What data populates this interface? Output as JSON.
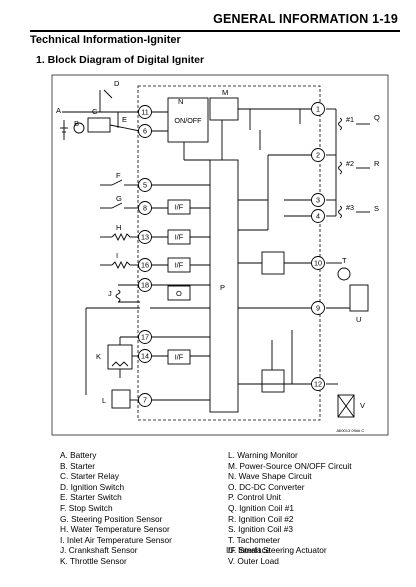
{
  "header": {
    "title": "GENERAL INFORMATION 1-19"
  },
  "section": {
    "title": "Technical Information-Igniter"
  },
  "subsection": {
    "title": "1.  Block Diagram of Digital Igniter"
  },
  "diagram": {
    "letters": [
      "A",
      "B",
      "C",
      "D",
      "E",
      "F",
      "G",
      "H",
      "I",
      "J",
      "K",
      "L",
      "M",
      "N",
      "O",
      "P",
      "Q",
      "R",
      "S",
      "T",
      "U",
      "V"
    ],
    "pins": [
      "11",
      "6",
      "5",
      "8",
      "13",
      "16",
      "18",
      "17",
      "14",
      "7",
      "1",
      "2",
      "3",
      "4",
      "10",
      "9",
      "12"
    ],
    "if_label": "I/F",
    "onoff_label": "ON/OFF",
    "coil_labels": [
      "#1",
      "#2",
      "#3"
    ],
    "code": "J8I0013 09## C"
  },
  "legend": {
    "left": [
      "A. Battery",
      "B. Starter",
      "C. Starter Relay",
      "D. Ignition Switch",
      "E. Starter Switch",
      "F. Stop Switch",
      "G. Steering Position Sensor",
      "H. Water Temperature Sensor",
      "I. Inlet Air Temperature Sensor",
      "J. Crankshaft Sensor",
      "K. Throttle Sensor"
    ],
    "right": [
      "L. Warning Monitor",
      "M. Power-Source ON/OFF Circuit",
      "N. Wave Shape Circuit",
      "O. DC-DC Converter",
      "P. Control Unit",
      "Q. Ignition Coil #1",
      "R. Ignition Coil #2",
      "S. Ignition Coil #3",
      "T. Tachometer",
      "U. Smart Steering Actuator",
      "V. Outer Load"
    ],
    "note": "I/F Interface"
  }
}
